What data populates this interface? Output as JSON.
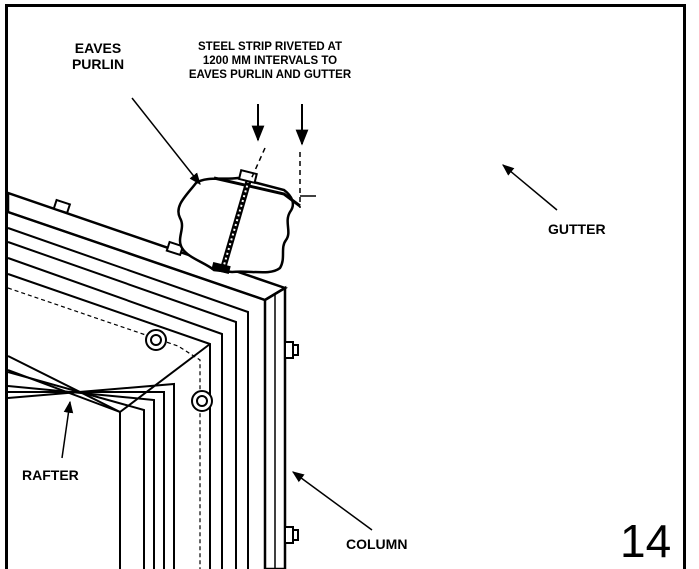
{
  "labels": {
    "eaves_purlin_line1": "EAVES",
    "eaves_purlin_line2": "PURLIN",
    "steel_strip_line1": "STEEL STRIP RIVETED AT",
    "steel_strip_line2": "1200 MM  INTERVALS TO",
    "steel_strip_line3": "EAVES PURLIN AND GUTTER",
    "gutter": "GUTTER",
    "rafter": "RAFTER",
    "column": "COLUMN"
  },
  "page_number": "14"
}
